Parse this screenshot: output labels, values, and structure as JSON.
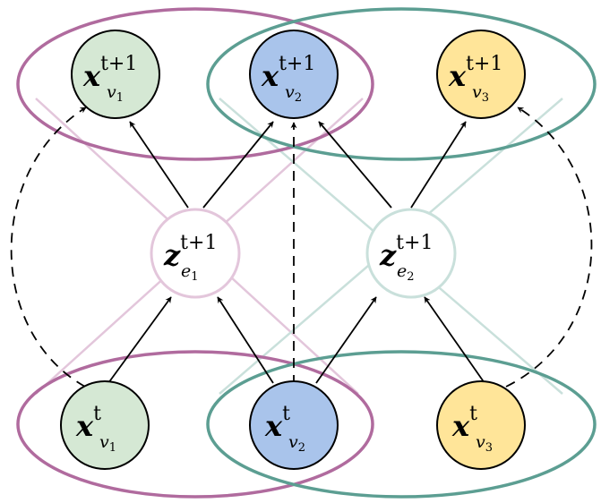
{
  "colors": {
    "hyperedge_1": "#b06b9e",
    "hyperedge_2": "#5c9e92",
    "hyperedge_1_faint": "#e3c6db",
    "hyperedge_2_faint": "#c9e0db",
    "node_v1_fill": "#d5e8d4",
    "node_v2_fill": "#a9c4eb",
    "node_v3_fill": "#ffe599",
    "node_stroke": "#000000",
    "edge_node_fill": "#ffffff"
  },
  "nodes": {
    "top_v1": {
      "base": "x",
      "sup": "t+1",
      "sub": "v",
      "sub2": "1"
    },
    "top_v2": {
      "base": "x",
      "sup": "t+1",
      "sub": "v",
      "sub2": "2"
    },
    "top_v3": {
      "base": "x",
      "sup": "t+1",
      "sub": "v",
      "sub2": "3"
    },
    "edge_e1": {
      "base": "z",
      "sup": "t+1",
      "sub": "e",
      "sub2": "1"
    },
    "edge_e2": {
      "base": "z",
      "sup": "t+1",
      "sub": "e",
      "sub2": "2"
    },
    "bot_v1": {
      "base": "x",
      "sup": "t",
      "sub": "v",
      "sub2": "1"
    },
    "bot_v2": {
      "base": "x",
      "sup": "t",
      "sub": "v",
      "sub2": "2"
    },
    "bot_v3": {
      "base": "x",
      "sup": "t",
      "sub": "v",
      "sub2": "3"
    }
  }
}
